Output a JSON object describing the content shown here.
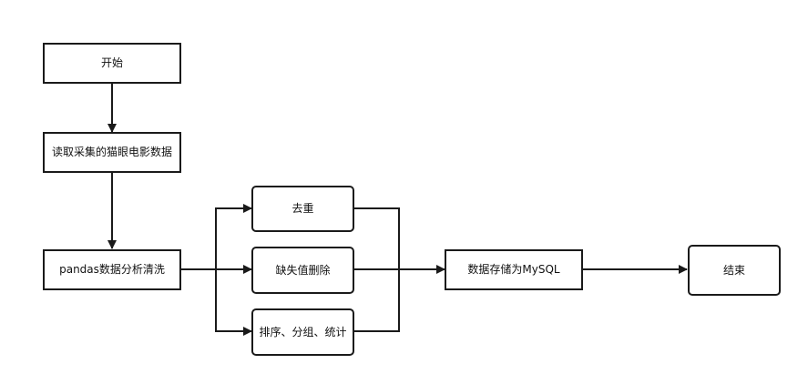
{
  "diagram": {
    "nodes": {
      "start": "开始",
      "read": "读取采集的猫眼电影数据",
      "clean": "pandas数据分析清洗",
      "dedup": "去重",
      "missing": "缺失值删除",
      "sort": "排序、分组、统计",
      "store": "数据存储为MySQL",
      "end": "结束"
    },
    "edges": [
      {
        "from": "start",
        "to": "read"
      },
      {
        "from": "read",
        "to": "clean"
      },
      {
        "from": "clean",
        "to": "dedup"
      },
      {
        "from": "clean",
        "to": "missing"
      },
      {
        "from": "clean",
        "to": "sort"
      },
      {
        "from": "dedup",
        "to": "store"
      },
      {
        "from": "missing",
        "to": "store"
      },
      {
        "from": "sort",
        "to": "store"
      },
      {
        "from": "store",
        "to": "end"
      }
    ],
    "colors": {
      "stroke": "#1a1a1a",
      "fill": "#ffffff",
      "text": "#111111"
    }
  }
}
